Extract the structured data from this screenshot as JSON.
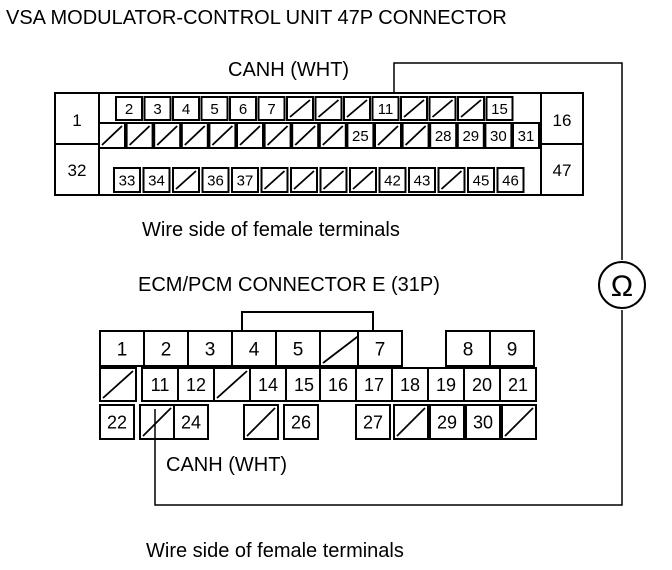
{
  "title": "VSA MODULATOR-CONTROL UNIT 47P CONNECTOR",
  "vsa_connector": {
    "wire_label": "CANH (WHT)",
    "side_note": "Wire side of female terminals",
    "left_top": "1",
    "left_bottom": "32",
    "right_top": "16",
    "right_bottom": "47",
    "row1": [
      "2",
      "3",
      "4",
      "5",
      "6",
      "7",
      "/",
      "/",
      "/",
      "11",
      "/",
      "/",
      "/",
      "15"
    ],
    "row2": [
      "/",
      "/",
      "/",
      "/",
      "/",
      "/",
      "/",
      "/",
      "/",
      "25",
      "/",
      "/",
      "28",
      "29",
      "30",
      "31"
    ],
    "row3": [
      "33",
      "34",
      "/",
      "36",
      "37",
      "/",
      "/",
      "/",
      "/",
      "42",
      "43",
      "/",
      "45",
      "46"
    ]
  },
  "ecm_connector": {
    "title": "ECM/PCM CONNECTOR E (31P)",
    "wire_label": "CANH (WHT)",
    "side_note": "Wire side of female terminals",
    "row1": [
      "1",
      "2",
      "3",
      "4",
      "5",
      "/",
      "7",
      "8",
      "9"
    ],
    "row2": [
      "/",
      "11",
      "12",
      "/",
      "14",
      "15",
      "16",
      "17",
      "18",
      "19",
      "20",
      "21"
    ],
    "row3": [
      "22",
      "/",
      "24",
      "/",
      "26",
      "27",
      "/",
      "29",
      "30",
      "/"
    ]
  },
  "meter_symbol": "Ω"
}
